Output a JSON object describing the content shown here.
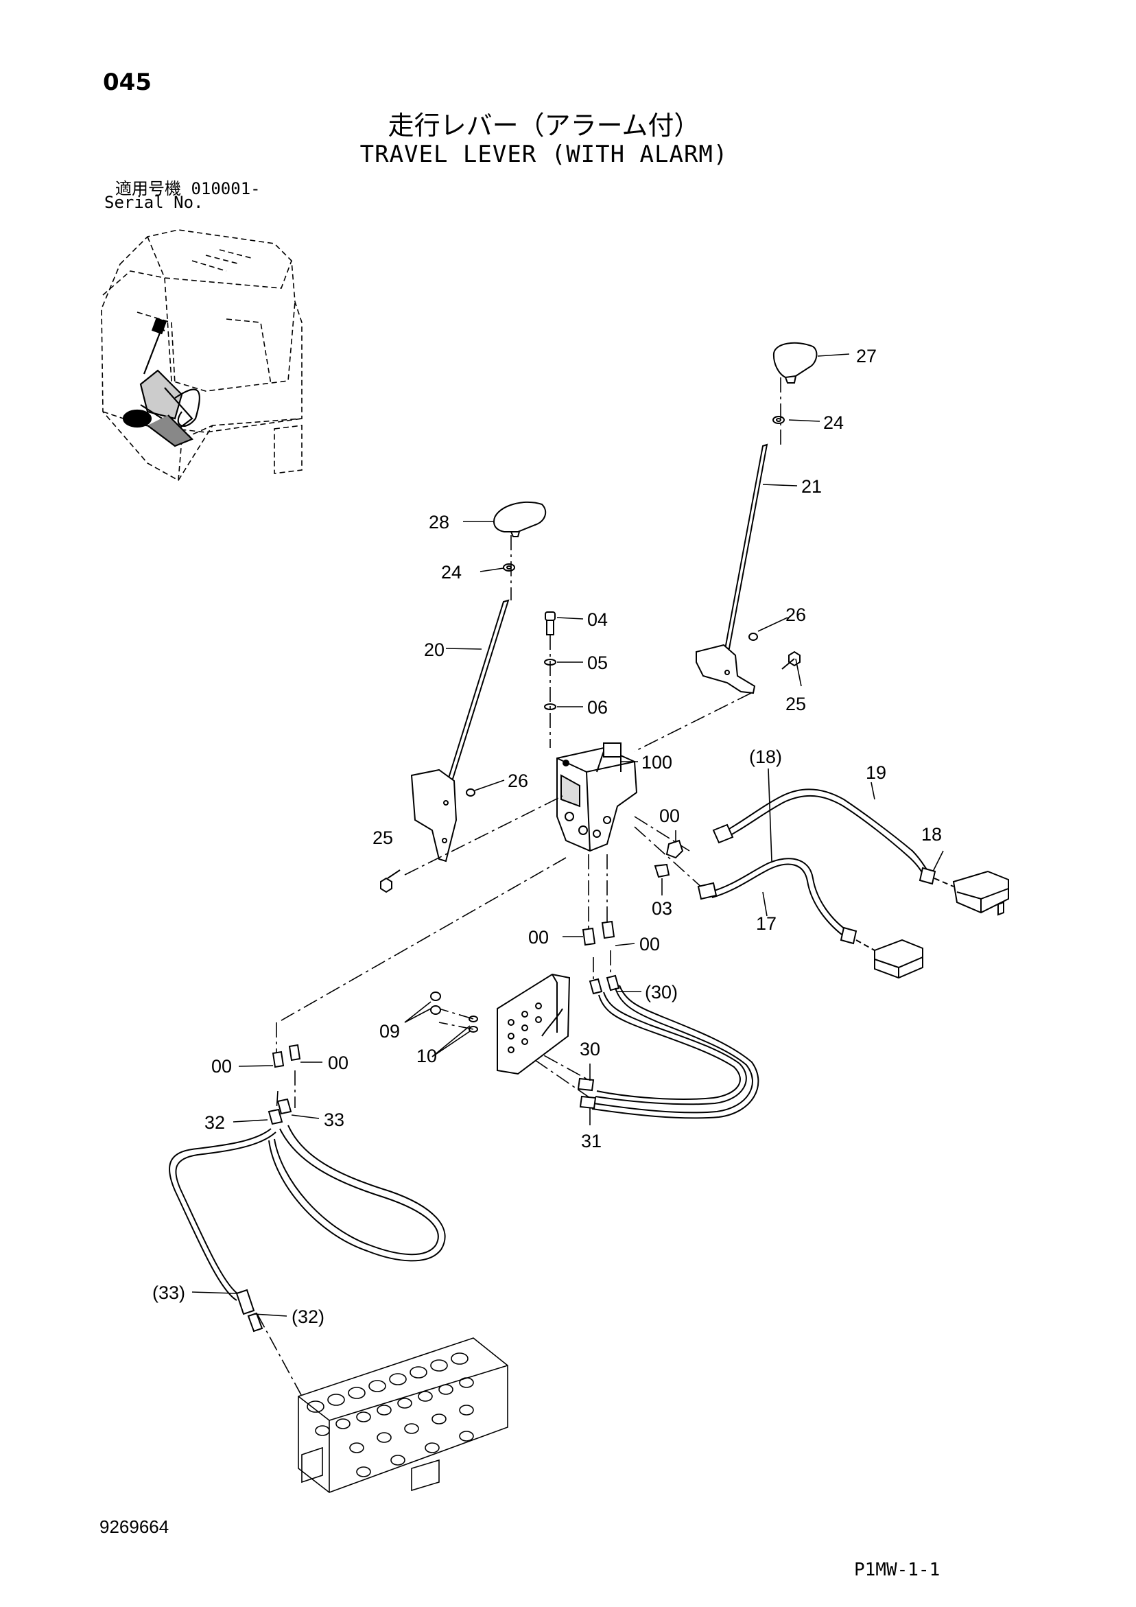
{
  "header": {
    "page_number": "045",
    "title_jp": "走行レバー（アラーム付）",
    "title_en": "TRAVEL LEVER (WITH ALARM)",
    "serial_label_jp": "適用号機  010001-",
    "serial_label_en": "Serial No."
  },
  "footer": {
    "drawing_number": "9269664",
    "sheet_code": "P1MW-1-1"
  },
  "callouts": {
    "c27": "27",
    "c24a": "24",
    "c21": "21",
    "c28": "28",
    "c24b": "24",
    "c04": "04",
    "c20": "20",
    "c05": "05",
    "c26a": "26",
    "c06": "06",
    "c25a": "25",
    "c100": "100",
    "c18p": "(18)",
    "c19": "19",
    "c26b": "26",
    "c00a": "00",
    "c18": "18",
    "c25b": "25",
    "c03": "03",
    "c17": "17",
    "c00b": "00",
    "c00c": "00",
    "c30p": "(30)",
    "c09": "09",
    "c10": "10",
    "c30": "30",
    "c00d": "00",
    "c00e": "00",
    "c31": "31",
    "c32": "32",
    "c33": "33",
    "c33p": "(33)",
    "c32p": "(32)"
  }
}
